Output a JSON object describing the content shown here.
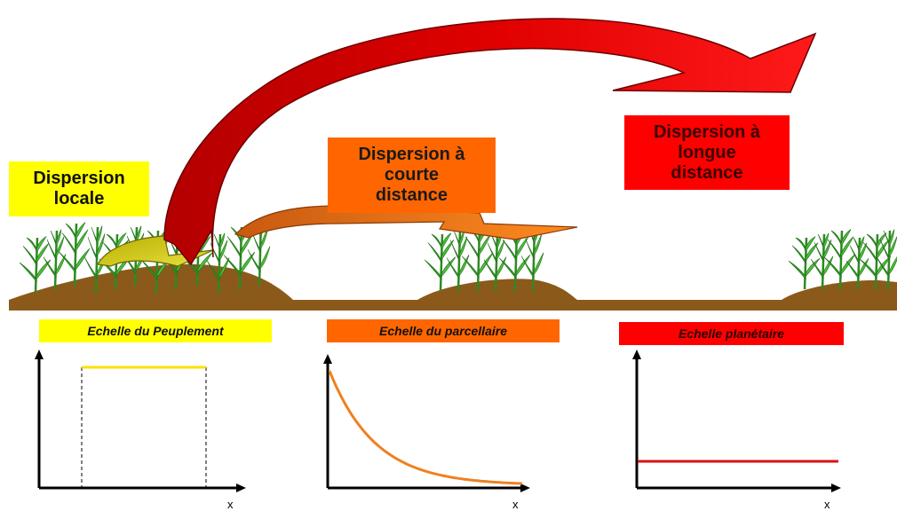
{
  "colors": {
    "local": "#ffff00",
    "courte": "#ff6600",
    "longue": "#ff0000",
    "arrow_red": "#cc0000",
    "arrow_orange": "#e86a10",
    "arrow_yellow_green": "#c8c000",
    "ground": "#8b5a1a",
    "plant": "#3aa82e",
    "curve_yellow": "#ffe000",
    "curve_orange": "#f08020",
    "curve_red": "#dd1111"
  },
  "boxes": {
    "local": "Dispersion\nlocale",
    "courte": "Dispersion à\ncourte\ndistance",
    "longue": "Dispersion à\nlongue\ndistance"
  },
  "scales": {
    "peuplement": "Echelle du Peuplement",
    "parcellaire": "Echelle du parcellaire",
    "planetaire": "Echelle planétaire"
  },
  "axis_label": "x",
  "plots": [
    {
      "shape": "uniform-window",
      "color_key": "curve_yellow"
    },
    {
      "shape": "exponential-decay",
      "color_key": "curve_orange"
    },
    {
      "shape": "constant",
      "color_key": "curve_red"
    }
  ]
}
